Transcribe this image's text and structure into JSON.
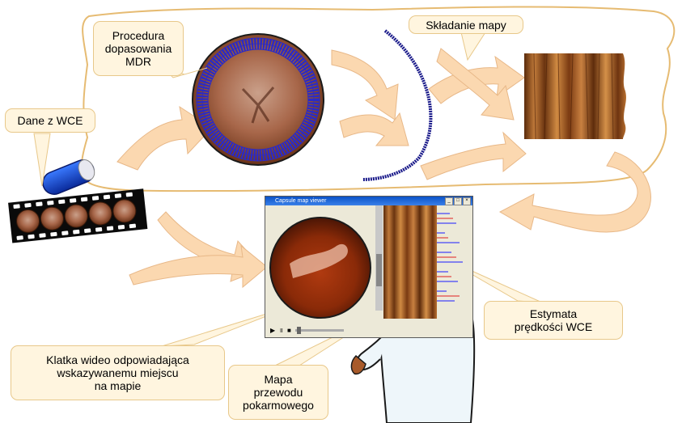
{
  "labels": {
    "procedure": "Procedura\ndopasowania\nMDR",
    "assembly": "Składanie mapy",
    "wce_data": "Dane z WCE",
    "velocity": "Estymata\nprędkości WCE",
    "video_frame": "Klatka wideo odpowiadająca\nwskazywanemu miejscu\nna mapie",
    "gi_map": "Mapa\nprzewodu\npokarmowego"
  },
  "viewer": {
    "title": "Capsule map viewer",
    "buttons": [
      "_",
      "□",
      "×"
    ],
    "controls": [
      "▶",
      "॥",
      "■"
    ]
  },
  "colors": {
    "arrow": "#fbd8b0",
    "callout_fill": "#fff5df",
    "callout_border": "#e8c88a",
    "grid_ring": "#2a2ac8",
    "tissue": "#a0582a",
    "map_stripes": "#b86a2a"
  }
}
